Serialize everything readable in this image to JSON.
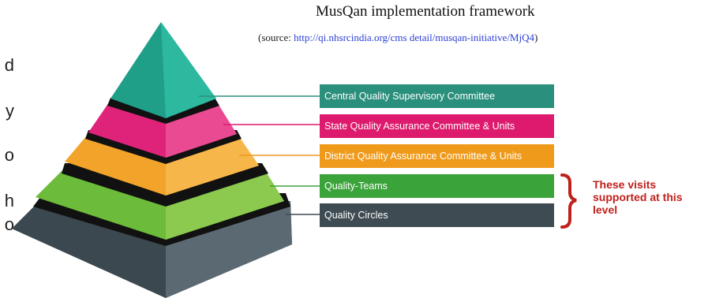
{
  "title": "MusQan implementation framework",
  "source": {
    "prefix": "(source: ",
    "link_text": "http://qi.nhsrcindia.org/cms detail/musqan-initiative/MjQ4",
    "suffix": ")"
  },
  "edge_letters": [
    "d",
    "y",
    "o",
    "h",
    "o"
  ],
  "levels": [
    {
      "label": "Central Quality Supervisory Committee",
      "color": "#2a8f7c"
    },
    {
      "label": "State Quality Assurance Committee & Units",
      "color": "#dd1a6d"
    },
    {
      "label": "District Quality Assurance Committee & Units",
      "color": "#f09a1b"
    },
    {
      "label": "Quality-Teams",
      "color": "#3aa33a"
    },
    {
      "label": "Quality Circles",
      "color": "#3f4b52"
    }
  ],
  "note": {
    "lines": [
      "These visits",
      "supported at this",
      "level"
    ],
    "color": "#c0201b"
  }
}
